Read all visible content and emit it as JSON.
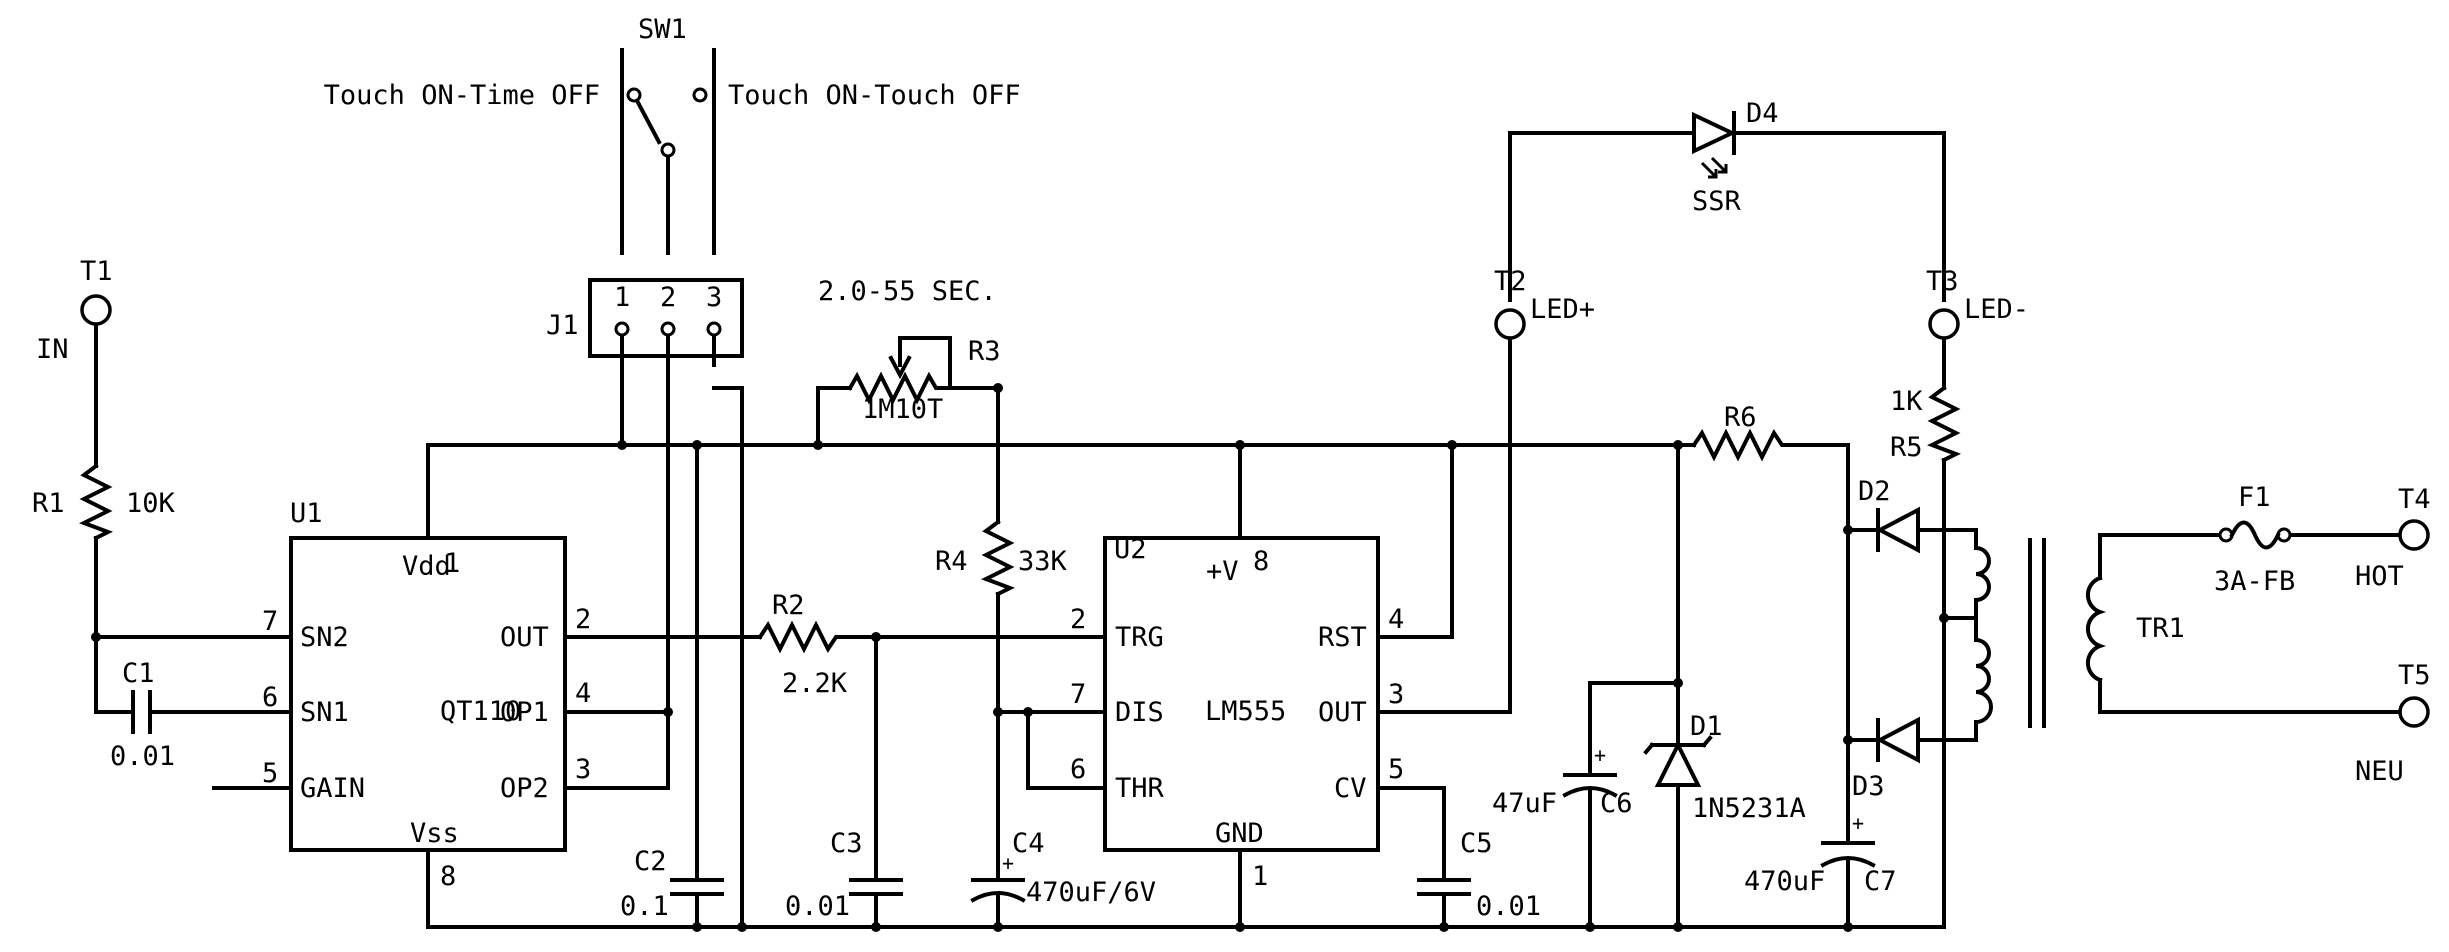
{
  "switch": {
    "ref": "SW1",
    "pos_left": "Touch ON-Time OFF",
    "pos_right": "Touch ON-Touch OFF"
  },
  "terminals": {
    "t1": {
      "ref": "T1",
      "label": "IN"
    },
    "t2": {
      "ref": "T2",
      "label": "LED+"
    },
    "t3": {
      "ref": "T3",
      "label": "LED-"
    },
    "t4": {
      "ref": "T4",
      "label": "HOT"
    },
    "t5": {
      "ref": "T5",
      "label": "NEU"
    }
  },
  "jumper": {
    "ref": "J1",
    "pins": [
      "1",
      "2",
      "3"
    ]
  },
  "led": {
    "ref": "D4",
    "label": "SSR"
  },
  "timing_note": "2.0-55 SEC.",
  "resistors": {
    "r1": {
      "ref": "R1",
      "value": "10K"
    },
    "r2": {
      "ref": "R2",
      "value": "2.2K"
    },
    "r3": {
      "ref": "R3",
      "value": "1M10T"
    },
    "r4": {
      "ref": "R4",
      "value": "33K"
    },
    "r5": {
      "ref": "R5",
      "value": "1K"
    },
    "r6": {
      "ref": "R6"
    }
  },
  "capacitors": {
    "c1": {
      "ref": "C1",
      "value": "0.01"
    },
    "c2": {
      "ref": "C2",
      "value": "0.1"
    },
    "c3": {
      "ref": "C3",
      "value": "0.01"
    },
    "c4": {
      "ref": "C4",
      "value": "470uF/6V"
    },
    "c5": {
      "ref": "C5",
      "value": "0.01"
    },
    "c6": {
      "ref": "C6",
      "value": "47uF"
    },
    "c7": {
      "ref": "C7",
      "value": "470uF"
    }
  },
  "u1": {
    "ref": "U1",
    "part": "QT110",
    "pins": [
      {
        "num": "1",
        "name": "Vdd"
      },
      {
        "num": "7",
        "name": "SN2"
      },
      {
        "num": "6",
        "name": "SN1"
      },
      {
        "num": "5",
        "name": "GAIN"
      },
      {
        "num": "2",
        "name": "OUT"
      },
      {
        "num": "4",
        "name": "OP1"
      },
      {
        "num": "3",
        "name": "OP2"
      },
      {
        "num": "8",
        "name": "Vss"
      }
    ]
  },
  "u2": {
    "ref": "U2",
    "part": "LM555",
    "pins": [
      {
        "num": "8",
        "name": "+V"
      },
      {
        "num": "2",
        "name": "TRG"
      },
      {
        "num": "7",
        "name": "DIS"
      },
      {
        "num": "6",
        "name": "THR"
      },
      {
        "num": "4",
        "name": "RST"
      },
      {
        "num": "3",
        "name": "OUT"
      },
      {
        "num": "5",
        "name": "CV"
      },
      {
        "num": "1",
        "name": "GND"
      }
    ]
  },
  "diodes": {
    "d1": {
      "ref": "D1",
      "part": "1N5231A"
    },
    "d2": {
      "ref": "D2"
    },
    "d3": {
      "ref": "D3"
    }
  },
  "fuse": {
    "ref": "F1",
    "value": "3A-FB"
  },
  "transformer": {
    "ref": "TR1"
  },
  "polarity_mark": "+"
}
